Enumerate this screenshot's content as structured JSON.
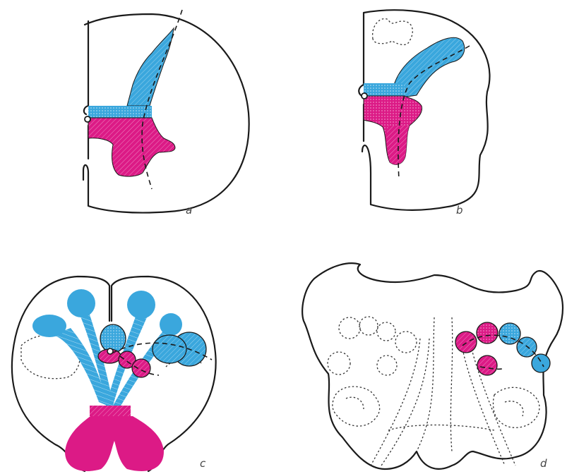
{
  "colors": {
    "blue": "#3aa7dd",
    "magenta": "#dc1a86",
    "outline": "#1a1a1a"
  },
  "panels": {
    "a": {
      "label": "a"
    },
    "b": {
      "label": "b"
    },
    "c": {
      "label": "c"
    },
    "d": {
      "label": "d"
    }
  }
}
